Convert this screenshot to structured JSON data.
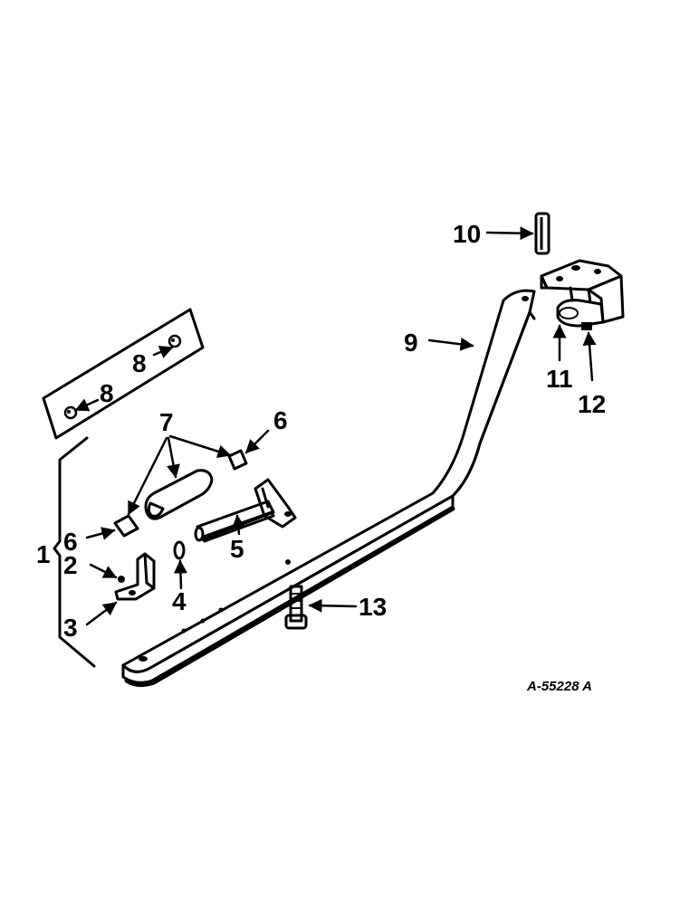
{
  "diagram": {
    "drawing_number": "A-55228 A",
    "callouts": {
      "c1": "1",
      "c2": "2",
      "c3": "3",
      "c4": "4",
      "c5": "5",
      "c6a": "6",
      "c6b": "6",
      "c7": "7",
      "c8a": "8",
      "c8b": "8",
      "c9": "9",
      "c10": "10",
      "c11": "11",
      "c12": "12",
      "c13": "13"
    }
  }
}
